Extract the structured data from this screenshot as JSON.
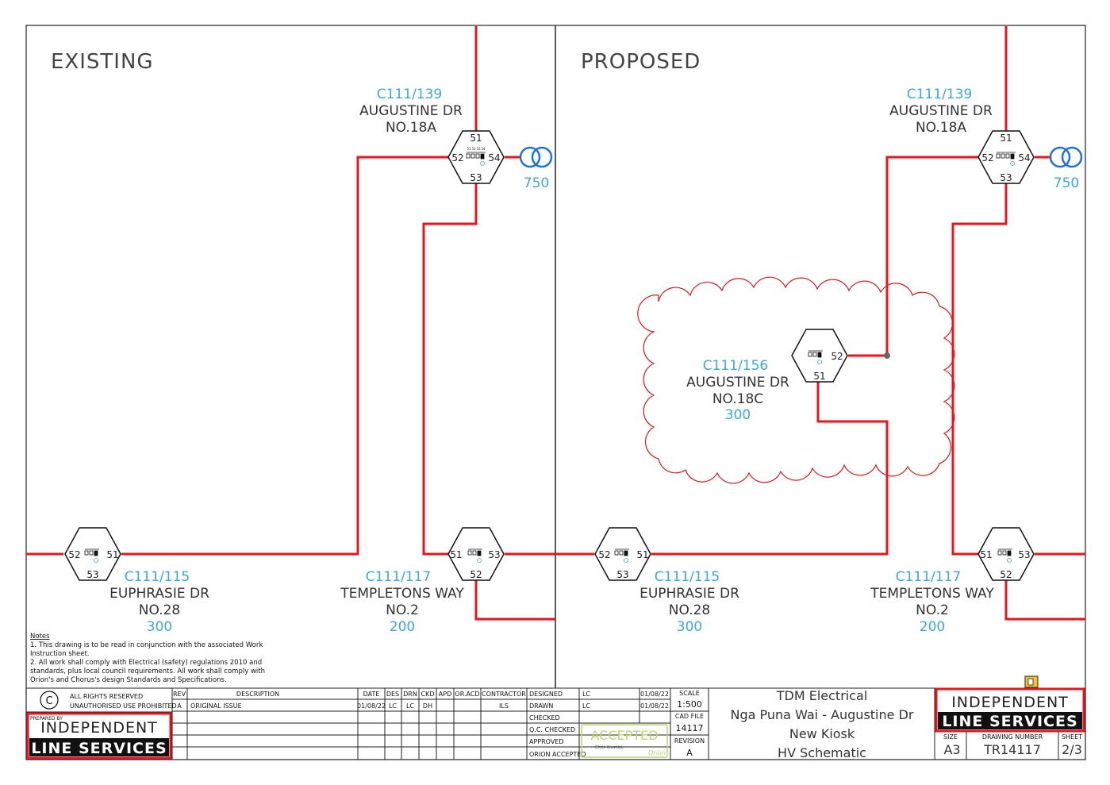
{
  "panes": {
    "existing_title": "EXISTING",
    "proposed_title": "PROPOSED"
  },
  "nodes": {
    "c111_139": {
      "id": "C111/139",
      "street": "AUGUSTINE DR",
      "number": "NO.18A",
      "kva": "750",
      "ports": [
        "51",
        "52",
        "53",
        "54"
      ]
    },
    "c111_115": {
      "id": "C111/115",
      "street": "EUPHRASIE DR",
      "number": "NO.28",
      "kva": "300",
      "ports": [
        "52",
        "51",
        "53"
      ]
    },
    "c111_117": {
      "id": "C111/117",
      "street": "TEMPLETONS WAY",
      "number": "NO.2",
      "kva": "200",
      "ports": [
        "51",
        "53",
        "52"
      ]
    },
    "c111_156": {
      "id": "C111/156",
      "street": "AUGUSTINE DR",
      "number": "NO.18C",
      "kva": "300",
      "ports": [
        "52",
        "51"
      ]
    }
  },
  "switch_mini_labels": [
    "51",
    "52",
    "53",
    "54"
  ],
  "notes": {
    "heading": "Notes",
    "lines": [
      "1.  This drawing is to be read in conjunction with the associated Work",
      "Instruction sheet.",
      "2. All work shall comply with Electrical (safety) regulations 2010 and",
      "standards, plus local council requirements. All work shall comply with",
      "Orion's and Chorus's design Standards and Specifications."
    ]
  },
  "title_block": {
    "copyright_symbol": "C",
    "rights_line1": "ALL RIGHTS RESERVED",
    "rights_line2": "UNAUTHORISED USE PROHIBITED",
    "prepared_by": "PREPARED BY",
    "company_line1": "INDEPENDENT",
    "company_line2": "LINE SERVICES",
    "rev_headers": [
      "REV",
      "DESCRIPTION",
      "DATE",
      "DES",
      "DRN",
      "CKD",
      "APD",
      "OR.ACD",
      "CONTRACTOR"
    ],
    "rev_rows": [
      {
        "rev": "A",
        "description": "ORIGINAL ISSUE",
        "date": "01/08/22",
        "des": "LC",
        "drn": "LC",
        "ckd": "DH",
        "apd": "",
        "oracd": "",
        "contractor": "ILS"
      }
    ],
    "sign_rows": [
      {
        "label": "DESIGNED",
        "name": "LC",
        "date": "01/08/22"
      },
      {
        "label": "DRAWN",
        "name": "LC",
        "date": "01/08/22"
      },
      {
        "label": "CHECKED",
        "name": "",
        "date": ""
      },
      {
        "label": "Q.C. CHECKED",
        "name": "",
        "date": ""
      },
      {
        "label": "APPROVED",
        "name": "",
        "date": ""
      },
      {
        "label": "ORION ACCEPTED",
        "name": "",
        "date": ""
      }
    ],
    "stamp_text": "ACCEPTED",
    "stamp_sub": "Chris Krushlak",
    "stamp_brand": "Orion",
    "scale_label": "SCALE",
    "scale_value": "1:500",
    "cad_label": "CAD FILE",
    "cad_value": "14117",
    "revision_label": "REVISION",
    "revision_value": "A",
    "title_lines": [
      "TDM Electrical",
      "Nga Puna Wai - Augustine Dr",
      "New Kiosk",
      "HV Schematic"
    ],
    "size_label": "SIZE",
    "size_value": "A3",
    "drawing_number_label": "DRAWING NUMBER",
    "drawing_number_value": "TR14117",
    "sheet_label": "SHEET",
    "sheet_value": "2/3"
  },
  "colors": {
    "cable": "#e8141e",
    "label_blue": "#3aa8dc",
    "transformer": "#1e73d8",
    "cloud": "#e8141e",
    "brand_red": "#e8141e",
    "brand_black": "#111111",
    "stamp_green": "#b9d86b"
  }
}
